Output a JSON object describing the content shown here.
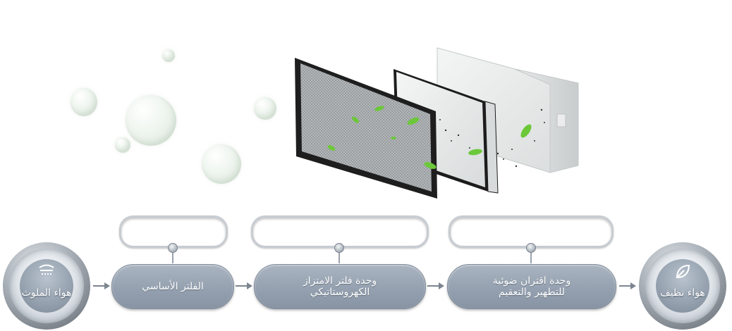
{
  "flow": {
    "polluted_air_label": "هواء الملوث",
    "prefilter_label": "الفلتر الأساسي",
    "hepa_label_line1": "وحدة فلتر الامتزاز",
    "hepa_label_line2": "الكهروستاتيكي",
    "photo_label_line1": "وحدة اقتران ضوئية",
    "photo_label_line2": "للتطهير والتعقيم",
    "clean_air_label": "هواء نظيف"
  },
  "icons": {
    "polluted": "smog-icon",
    "clean": "leaf-icon"
  },
  "colors": {
    "pill": "#95a1b0",
    "leaf": "#6cc83a",
    "frame": "#1e1e1e"
  }
}
